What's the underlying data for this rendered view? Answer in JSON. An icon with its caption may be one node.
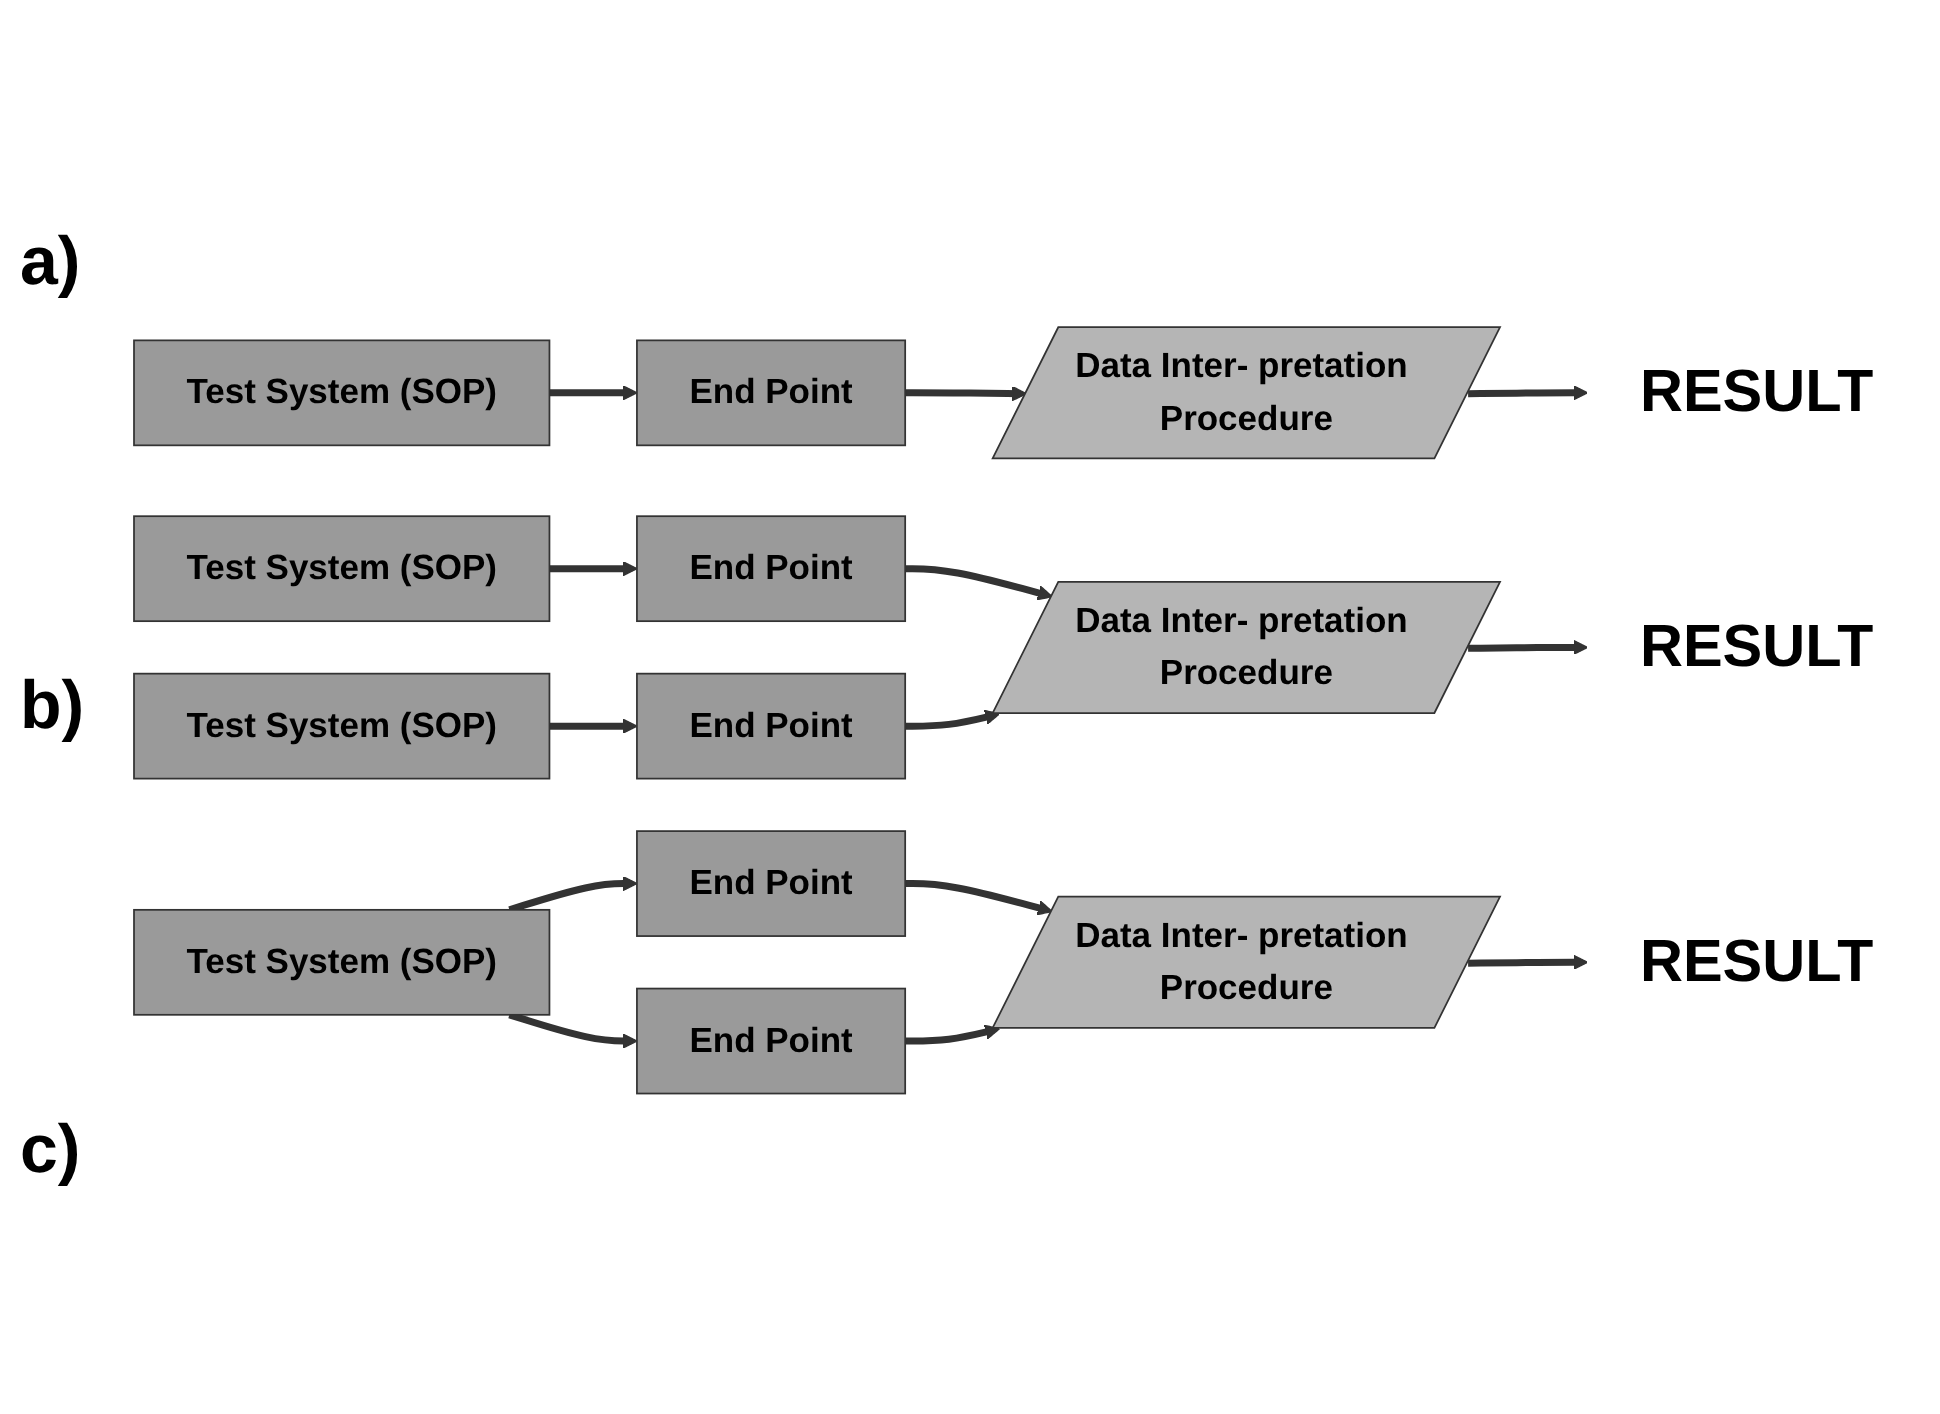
{
  "diagram": {
    "nodes": [
      {
        "text": [
          "Test System (SOP)"
        ]
      },
      {
        "text": [
          "End Point"
        ]
      },
      {
        "text": [
          "Data Inter- pretation Procedure"
        ]
      },
      {
        "text": [
          "RESULT"
        ]
      },
      {
        "text": [
          "Test System (SOP)"
        ]
      },
      {
        "text": [
          "End Point"
        ]
      },
      {
        "text": [
          "Test System (SOP)"
        ]
      },
      {
        "text": [
          "End Point"
        ]
      },
      {
        "text": [
          "Data Inter- pretation Procedure"
        ]
      },
      {
        "text": [
          "RESULT"
        ]
      },
      {
        "text": [
          "End Point"
        ]
      },
      {
        "text": [
          "Test System (SOP)"
        ]
      },
      {
        "text": [
          "End Point"
        ]
      },
      {
        "text": [
          "Data Inter- pretation Procedure"
        ]
      },
      {
        "text": [
          "RESULT"
        ]
      }
    ],
    "edges": [
      {
        "from": 0,
        "to": 1,
        "arrow": "to"
      },
      {
        "from": 1,
        "to": 2,
        "arrow": "to"
      },
      {
        "from": 2,
        "to": 3,
        "arrow": "to"
      },
      {
        "from": 4,
        "to": 5,
        "arrow": "to"
      },
      {
        "from": 6,
        "to": 7,
        "arrow": "to"
      },
      {
        "from": 5,
        "to": 8,
        "arrow": "to"
      },
      {
        "from": 7,
        "to": 8,
        "arrow": "to"
      },
      {
        "from": 8,
        "to": 9,
        "arrow": "to"
      },
      {
        "from": 11,
        "to": 10,
        "arrow": "to"
      },
      {
        "from": 11,
        "to": 12,
        "arrow": "to"
      },
      {
        "from": 10,
        "to": 13,
        "arrow": "to"
      },
      {
        "from": 12,
        "to": 13,
        "arrow": "to"
      },
      {
        "from": 13,
        "to": 14,
        "arrow": "to"
      }
    ],
    "labels": [
      "a)",
      "b)",
      "c)"
    ]
  }
}
